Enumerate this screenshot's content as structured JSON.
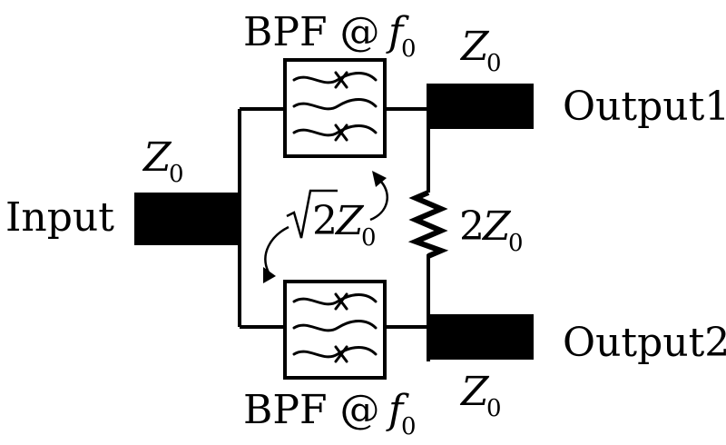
{
  "input_label": "Input",
  "output1_label": "Output1",
  "output2_label": "Output2",
  "impedance": {
    "symbol": "Z",
    "subscript": "0"
  },
  "top_filter": {
    "prefix": "BPF @",
    "freq_symbol": "f",
    "freq_subscript": "0"
  },
  "bottom_filter": {
    "prefix": "BPF @",
    "freq_symbol": "f",
    "freq_subscript": "0"
  },
  "line_impedance": {
    "coefficient": "2",
    "symbol": "Z",
    "subscript": "0"
  },
  "resistor": {
    "coefficient": "2",
    "symbol": "Z",
    "subscript": "0"
  },
  "colors": {
    "ink": "#000000",
    "background": "#ffffff"
  }
}
